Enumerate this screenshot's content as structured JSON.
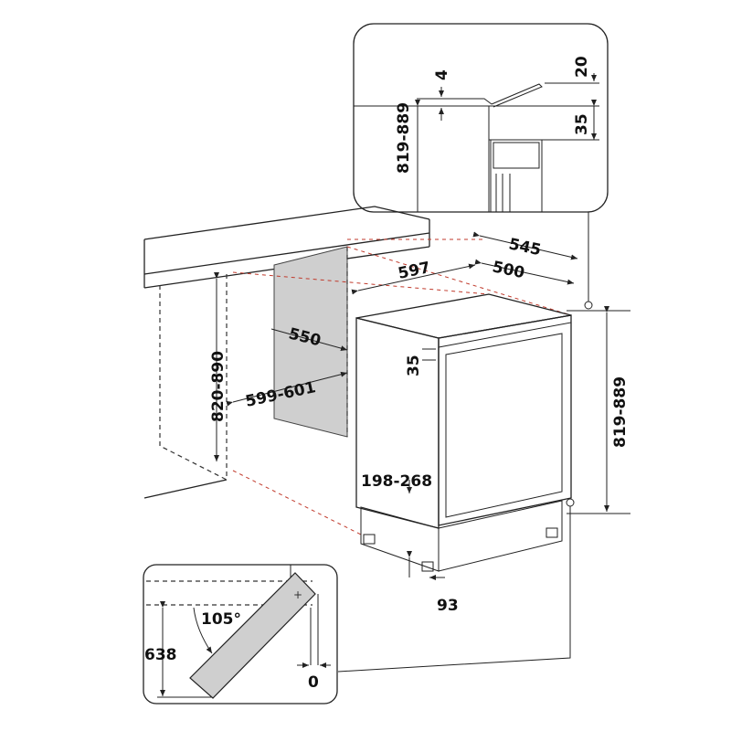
{
  "title": "Built-under refrigerator installation dimensions",
  "detail_top": {
    "height_range": "819-889",
    "gap_top": "4",
    "door_offset": "20",
    "panel_height": "35"
  },
  "main": {
    "appliance_width": "597",
    "appliance_depth": "545",
    "appliance_depth_body": "500",
    "niche_depth": "550",
    "niche_width": "599-601",
    "niche_height": "820-890",
    "top_panel": "35",
    "appliance_height": "819-889",
    "plinth_height": "198-268",
    "plinth_depth": "93"
  },
  "detail_bottom": {
    "door_angle": "105°",
    "door_height": "638",
    "clearance": "0"
  },
  "colors": {
    "line": "#222222",
    "shade": "#cfcfcf",
    "guide": "#c0392b"
  }
}
